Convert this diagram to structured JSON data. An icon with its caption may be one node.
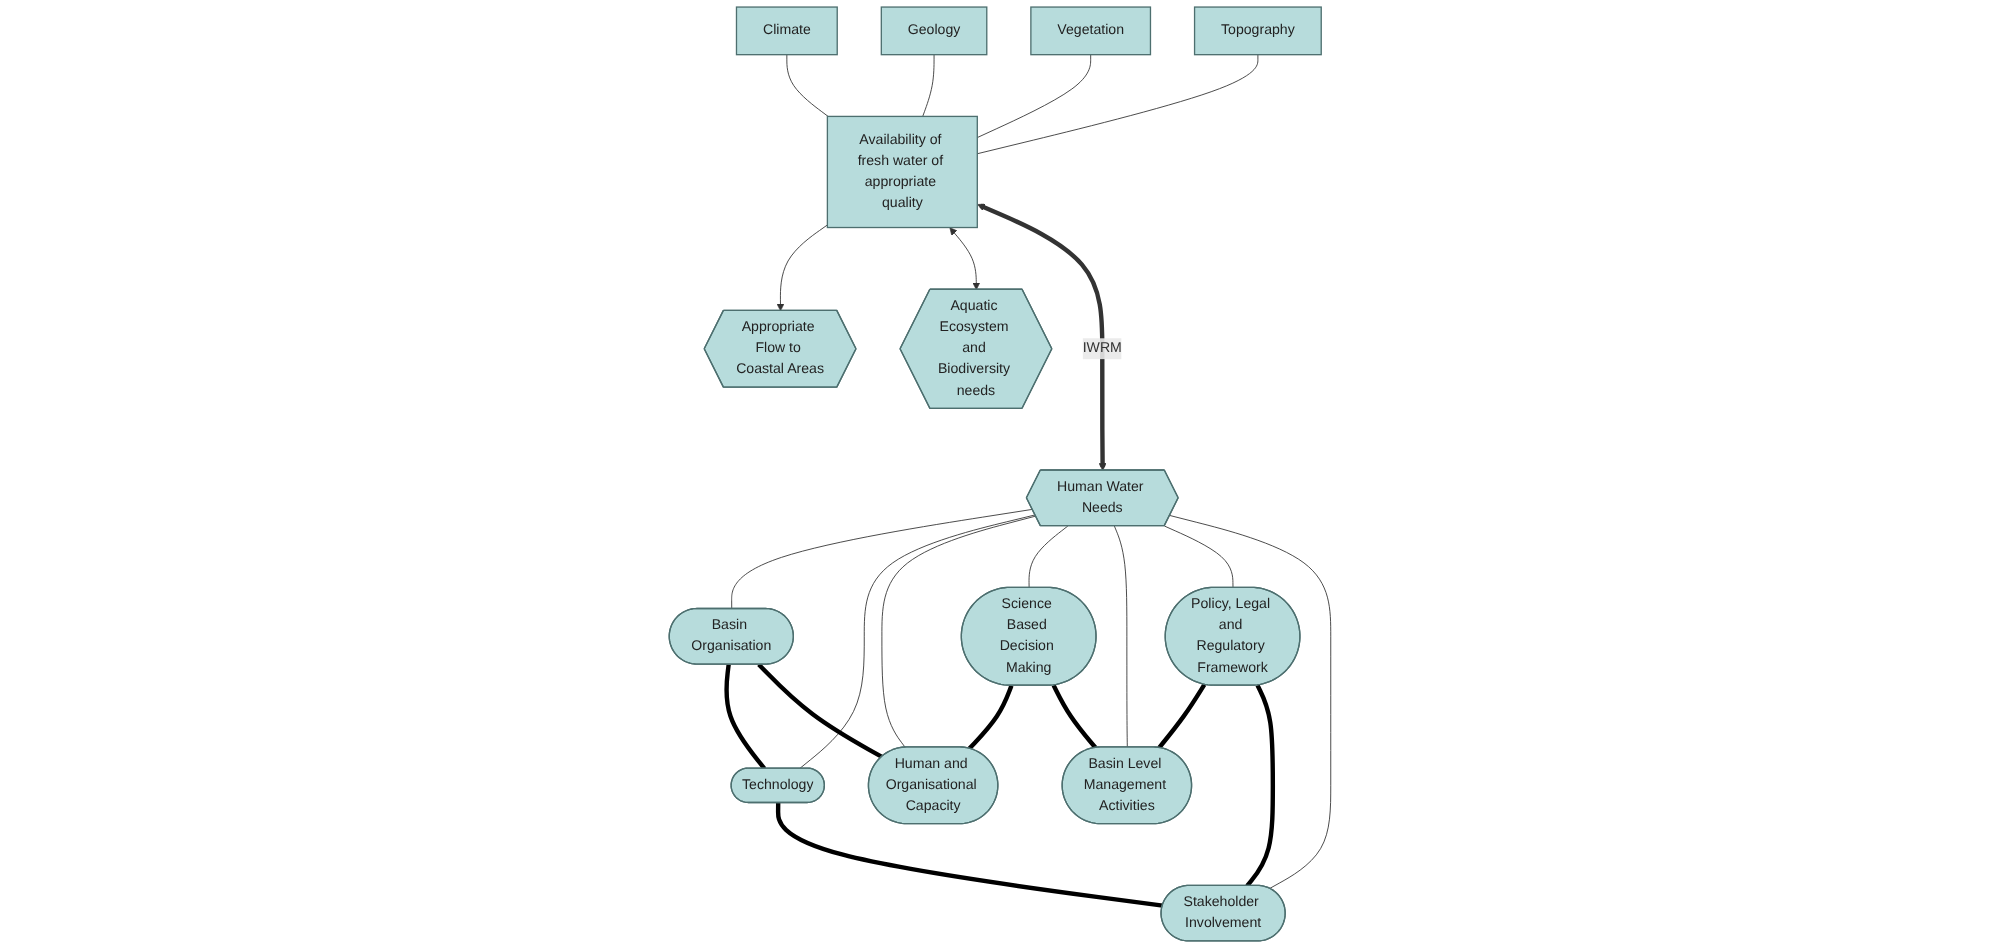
{
  "diagram": {
    "nodes": [
      {
        "text": [
          "Climate"
        ]
      },
      {
        "text": [
          "Geology"
        ]
      },
      {
        "text": [
          "Vegetation"
        ]
      },
      {
        "text": [
          "Topography"
        ]
      },
      {
        "text": [
          "Availability of fresh water of appropriate quality"
        ]
      },
      {
        "text": [
          "Appropriate Flow to Coastal Areas"
        ]
      },
      {
        "text": [
          "Aquatic Ecosystem and Biodiversity needs"
        ]
      },
      {
        "text": [
          "Human Water Needs"
        ]
      },
      {
        "text": [
          "Basin Organisation"
        ]
      },
      {
        "text": [
          "Technology"
        ]
      },
      {
        "text": [
          "Human and Organisational Capacity"
        ]
      },
      {
        "text": [
          "Science Based Decision Making"
        ]
      },
      {
        "text": [
          "Basin Level Management Activities"
        ]
      },
      {
        "text": [
          "Policy, Legal and Regulatory Framework"
        ]
      },
      {
        "text": [
          "Stakeholder Involvement"
        ]
      }
    ],
    "edges": [
      {
        "from": 0,
        "to": 4,
        "arrow": "none"
      },
      {
        "from": 1,
        "to": 4,
        "arrow": "none"
      },
      {
        "from": 2,
        "to": 4,
        "arrow": "none"
      },
      {
        "from": 3,
        "to": 4,
        "arrow": "none"
      },
      {
        "from": 4,
        "to": 5,
        "arrow": "to"
      },
      {
        "from": 4,
        "to": 6,
        "arrow": "both"
      },
      {
        "from": 4,
        "to": 7,
        "arrow": "both",
        "label": "IWRM",
        "style": "thick"
      },
      {
        "from": 7,
        "to": 8,
        "arrow": "none"
      },
      {
        "from": 7,
        "to": 9,
        "arrow": "none"
      },
      {
        "from": 7,
        "to": 10,
        "arrow": "none"
      },
      {
        "from": 7,
        "to": 11,
        "arrow": "none"
      },
      {
        "from": 7,
        "to": 12,
        "arrow": "none"
      },
      {
        "from": 7,
        "to": 13,
        "arrow": "none"
      },
      {
        "from": 7,
        "to": 14,
        "arrow": "none"
      },
      {
        "from": 8,
        "to": 9,
        "arrow": "none",
        "style": "thick",
        "color": "#000000"
      },
      {
        "from": 8,
        "to": 10,
        "arrow": "none",
        "style": "thick",
        "color": "#000000"
      },
      {
        "from": 11,
        "to": 10,
        "arrow": "none",
        "style": "thick",
        "color": "#000000"
      },
      {
        "from": 11,
        "to": 12,
        "arrow": "none",
        "style": "thick",
        "color": "#000000"
      },
      {
        "from": 13,
        "to": 12,
        "arrow": "none",
        "style": "thick",
        "color": "#000000"
      },
      {
        "from": 13,
        "to": 14,
        "arrow": "none",
        "style": "thick",
        "color": "#000000"
      },
      {
        "from": 9,
        "to": 14,
        "arrow": "none",
        "style": "thick",
        "color": "#000000"
      }
    ]
  }
}
